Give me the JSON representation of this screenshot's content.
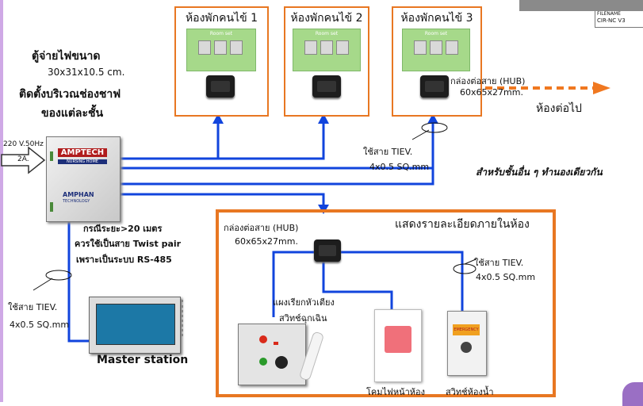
{
  "rooms": [
    {
      "title": "ห้องพักคนไข้ 1",
      "roomset_label": "Room set"
    },
    {
      "title": "ห้องพักคนไข้ 2",
      "roomset_label": "Room set"
    },
    {
      "title": "ห้องพักคนไข้ 3",
      "roomset_label": "Room set"
    }
  ],
  "filename_box": {
    "label": "FILENAME",
    "value": "CIR-NC V3"
  },
  "cabinet": {
    "desc_lines": [
      "ตู้จ่ายไฟขนาด",
      "30x31x10.5 cm.",
      "ติดตั้งบริเวณช่องชาฟ",
      "ของแต่ละชั้น"
    ],
    "power_line1": "220 V.50Hz",
    "power_line2": "2A.",
    "brand": "AMPTECH",
    "brand_sub": "NURSING HOME",
    "brand2": "AMPHAN",
    "brand2_sub": "TECHNOLOGY"
  },
  "hub_top": {
    "line1": "กล่องต่อสาย (HUB)",
    "line2": "60x65x27mm."
  },
  "next_room": "ห้องต่อไป",
  "cable_top": {
    "line1": "ใช้สาย TIEV.",
    "line2": "4x0.5 SQ.mm"
  },
  "other_floors": "สำหรับชั้นอื่น ๆ ทำนองเดียวกัน",
  "distance_note": [
    "กรณีระยะ>20 เมตร",
    "ควรใช้เป็นสาย Twist pair",
    "เพราะเป็นระบบ RS-485"
  ],
  "cable_left": {
    "line1": "ใช้สาย TIEV.",
    "line2": "4x0.5 SQ.mm"
  },
  "master_station": "Master station",
  "detail": {
    "title": "แสดงรายละเอียดภายในห้อง",
    "hub_line1": "กล่องต่อสาย (HUB)",
    "hub_line2": "60x65x27mm.",
    "cable_line1": "ใช้สาย TIEV.",
    "cable_line2": "4x0.5 SQ.mm",
    "bed_panel_line1": "แผงเรียกหัวเตียง",
    "bed_panel_line2": "สวิทช์ฉุกเฉิน",
    "door_lamp": "โคมไฟหน้าห้อง",
    "bathroom_switch": "สวิทช์ห้องน้ำ",
    "emergency_text": "EMERGENCY"
  },
  "colors": {
    "wire": "#1144dd",
    "frame": "#e87722",
    "arrow": "#f07820",
    "background_corner": "#cfa9e6"
  }
}
